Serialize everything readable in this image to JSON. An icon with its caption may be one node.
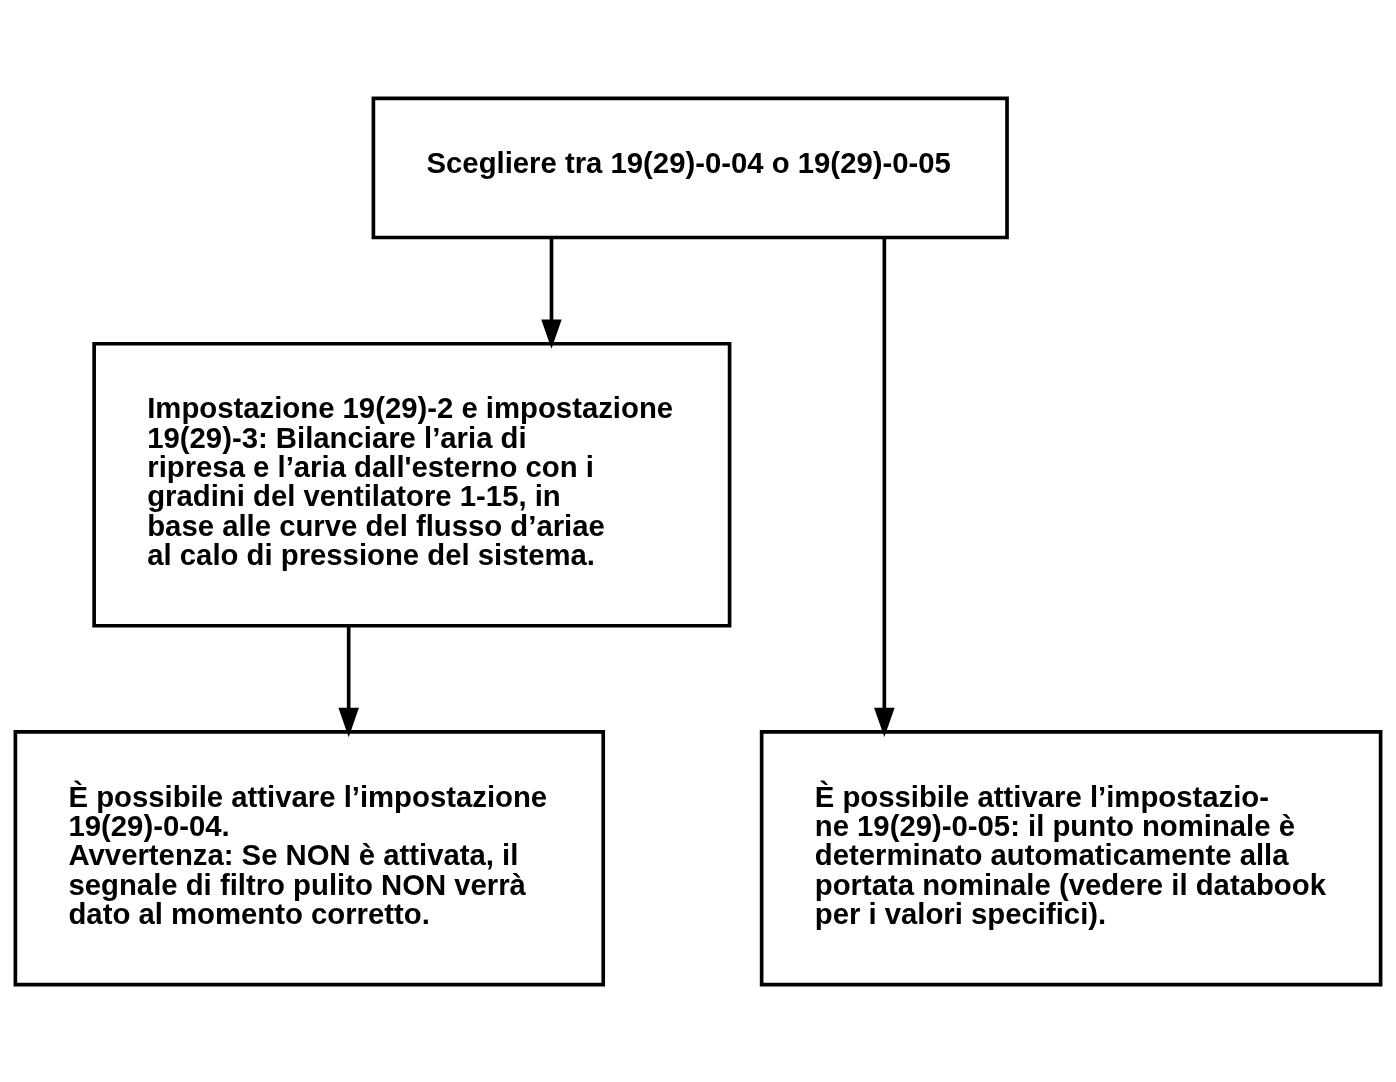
{
  "diagram": {
    "nodes": [
      {
        "text": [
          "Scegliere tra 19(29)-0-04 o 19(29)-0-05"
        ]
      },
      {
        "text": [
          "Impostazione 19(29)-2 e impostazione 19(29)-3: Bilanciare l’aria di ripresa e l’aria dall'esterno con i gradini del ventilatore 1-15, in base alle curve del flusso d’ariae al calo di pressione del sistema."
        ]
      },
      {
        "text": [
          "È possibile attivare l’impostazione 19(29)-0-04.",
          "Avvertenza: Se NON è attivata, il segnale di filtro pulito NON verrà dato al momento corretto."
        ]
      },
      {
        "text": [
          "È possibile attivare l’impostazio- ne 19(29)-0-05: il punto nominale è determinato automaticamente alla portata nominale (vedere il databook per i valori specifici)."
        ]
      }
    ],
    "edges": [
      {
        "from": 0,
        "to": 1,
        "arrow": "to"
      },
      {
        "from": 0,
        "to": 3,
        "arrow": "to"
      },
      {
        "from": 1,
        "to": 2,
        "arrow": "to"
      }
    ]
  }
}
